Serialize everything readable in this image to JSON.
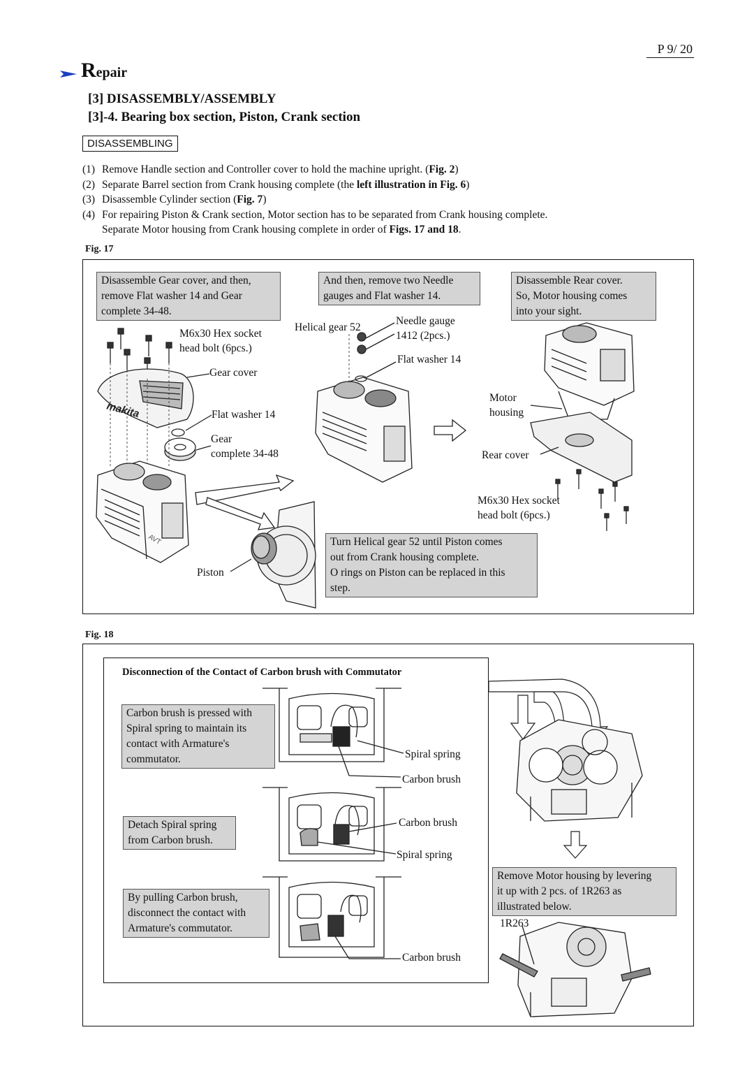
{
  "header": {
    "page_number": "P 9/ 20",
    "section_initial": "R",
    "section_rest": "epair",
    "title": "[3] DISASSEMBLY/ASSEMBLY",
    "subtitle": "[3]-4. Bearing box section, Piston, Crank section"
  },
  "tag": "DISASSEMBLING",
  "steps": [
    {
      "num": "(1)",
      "pre": "Remove Handle section and Controller cover to hold the machine upright. (",
      "bold": "Fig. 2",
      "post": ")"
    },
    {
      "num": "(2)",
      "pre": "Separate Barrel section from Crank housing complete (the ",
      "bold": "left illustration in Fig. 6",
      "post": ")"
    },
    {
      "num": "(3)",
      "pre": "Disassemble Cylinder section (",
      "bold": "Fig. 7",
      "post": ")"
    },
    {
      "num": "(4)",
      "pre": "For repairing Piston & Crank section, Motor section has to be separated from Crank housing complete.",
      "bold": "",
      "post": ""
    },
    {
      "num": "",
      "pre": "Separate Motor housing from Crank housing complete in order of ",
      "bold": "Figs. 17 and 18",
      "post": "."
    }
  ],
  "fig17": {
    "label": "Fig. 17",
    "note_left": [
      "Disassemble Gear cover, and then,",
      "remove Flat washer 14 and Gear",
      "complete 34-48."
    ],
    "note_mid": [
      "And then, remove two Needle",
      "gauges and Flat washer 14."
    ],
    "note_right": [
      "Disassemble Rear cover.",
      "So, Motor housing comes",
      "into your sight."
    ],
    "note_bottom": [
      "Turn Helical gear 52 until Piston comes",
      "out from Crank housing complete.",
      "O rings on Piston can be replaced in this",
      "step."
    ],
    "labels": {
      "hex_bolt_left": [
        "M6x30 Hex socket",
        "head bolt (6pcs.)"
      ],
      "gear_cover": "Gear cover",
      "flat_washer_left": "Flat washer 14",
      "gear_complete": [
        "Gear",
        "complete 34-48"
      ],
      "piston": "Piston",
      "helical_gear": "Helical gear 52",
      "needle_gauge": [
        "Needle gauge",
        "1412 (2pcs.)"
      ],
      "flat_washer_mid": "Flat washer 14",
      "motor_housing": [
        "Motor",
        "housing"
      ],
      "rear_cover": "Rear cover",
      "hex_bolt_right": [
        "M6x30 Hex socket",
        "head bolt (6pcs.)"
      ]
    },
    "logo_text": "makita",
    "avt_text": "AVT"
  },
  "fig18": {
    "label": "Fig. 18",
    "subhead": "Disconnection of the Contact of Carbon brush with Commutator",
    "note1": [
      "Carbon brush is pressed with",
      "Spiral spring to maintain its",
      "contact with Armature's",
      "commutator."
    ],
    "note2": [
      "Detach Spiral spring",
      "from Carbon brush."
    ],
    "note3": [
      "By pulling Carbon brush,",
      "disconnect the contact with",
      "Armature's commutator."
    ],
    "note_right": [
      "Remove Motor housing by levering",
      "it up with 2 pcs. of 1R263 as",
      "illustrated below."
    ],
    "labels": {
      "spiral_spring_1": "Spiral spring",
      "carbon_brush_1": "Carbon brush",
      "carbon_brush_2": "Carbon brush",
      "spiral_spring_2": "Spiral spring",
      "carbon_brush_3": "Carbon brush",
      "tool": "1R263"
    }
  }
}
